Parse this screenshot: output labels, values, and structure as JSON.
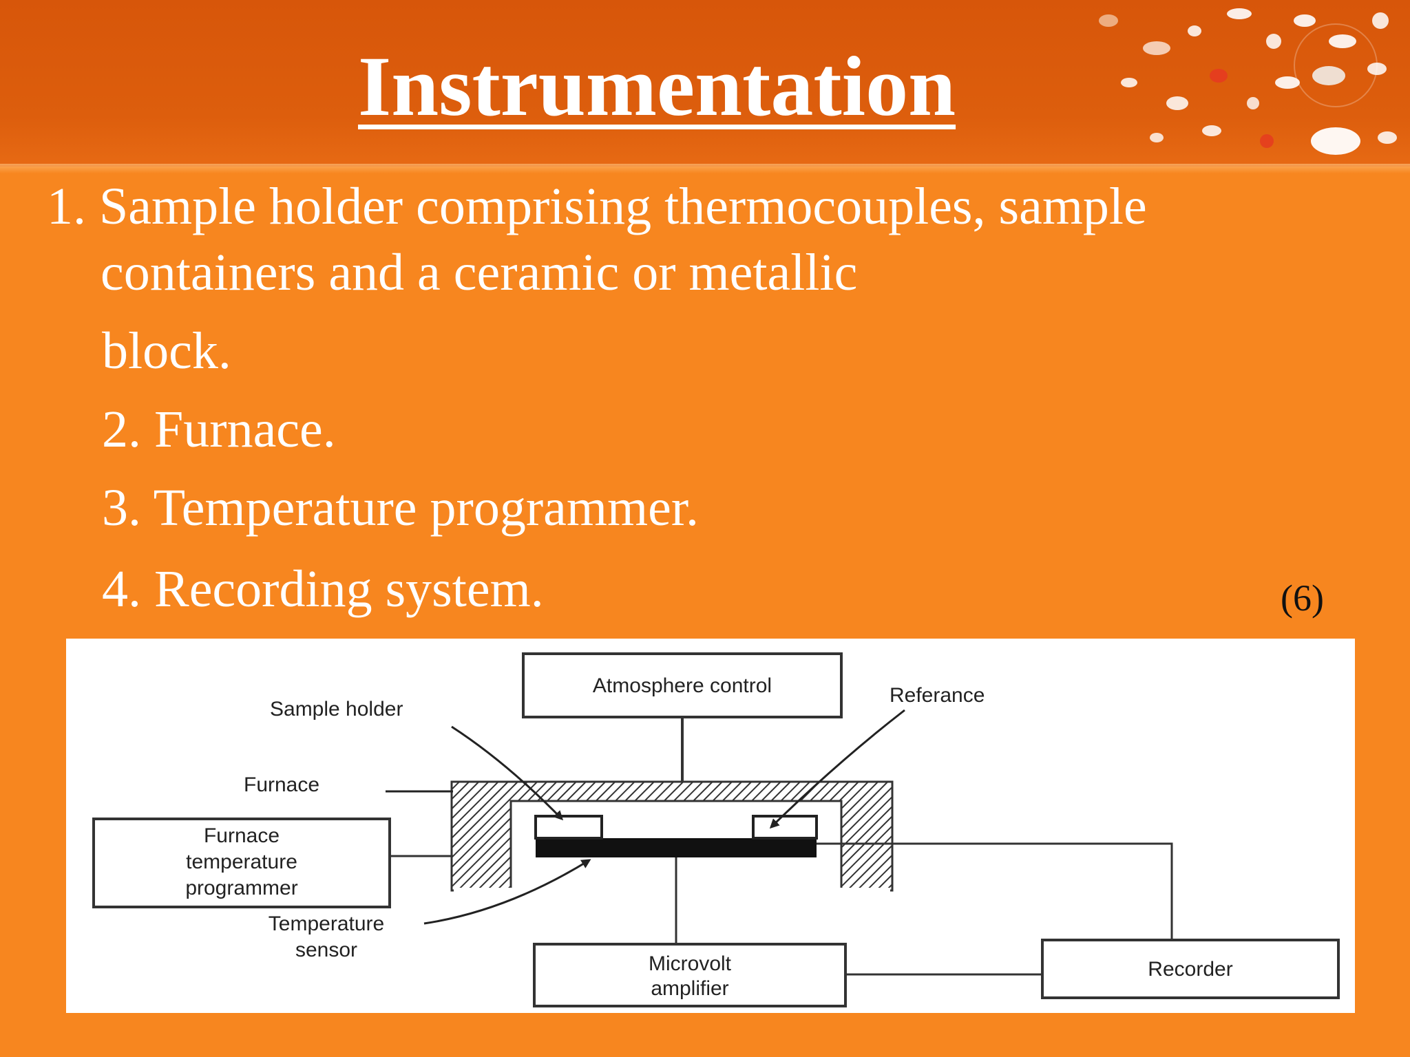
{
  "slide": {
    "title": "Instrumentation",
    "items": [
      "1. Sample holder comprising thermocouples, sample",
      "containers and a ceramic or metallic",
      "block.",
      "2. Furnace.",
      "3. Temperature programmer.",
      "4. Recording system."
    ],
    "reference": "(6)"
  },
  "diagram": {
    "atmosphere_control": "Atmosphere control",
    "sample_holder": "Sample holder",
    "reference": "Referance",
    "furnace": "Furnace",
    "furnace_programmer": [
      "Furnace",
      "temperature",
      "programmer"
    ],
    "temperature_sensor": [
      "Temperature",
      "sensor"
    ],
    "microvolt_amplifier": [
      "Microvolt",
      "amplifier"
    ],
    "recorder": "Recorder"
  },
  "colors": {
    "background": "#f7861f",
    "header": "#d7560a",
    "text": "#ffffff"
  }
}
